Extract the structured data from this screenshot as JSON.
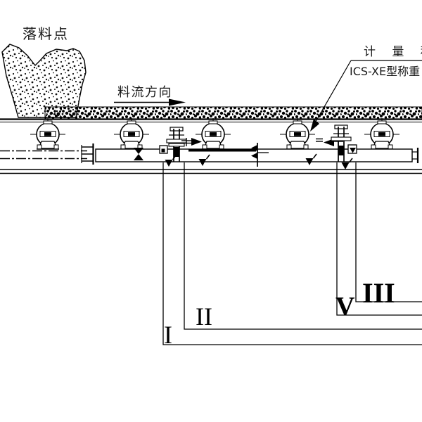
{
  "labels": {
    "drop_point": "落料点",
    "flow_direction": "料流方向",
    "scale_name": "计 量 秤",
    "scale_model": "ICS-XE型称重"
  },
  "callouts": {
    "i": "I",
    "ii": "II",
    "iii": "III",
    "v": "V"
  },
  "colors": {
    "ink": "#000000",
    "background": "#ffffff"
  }
}
